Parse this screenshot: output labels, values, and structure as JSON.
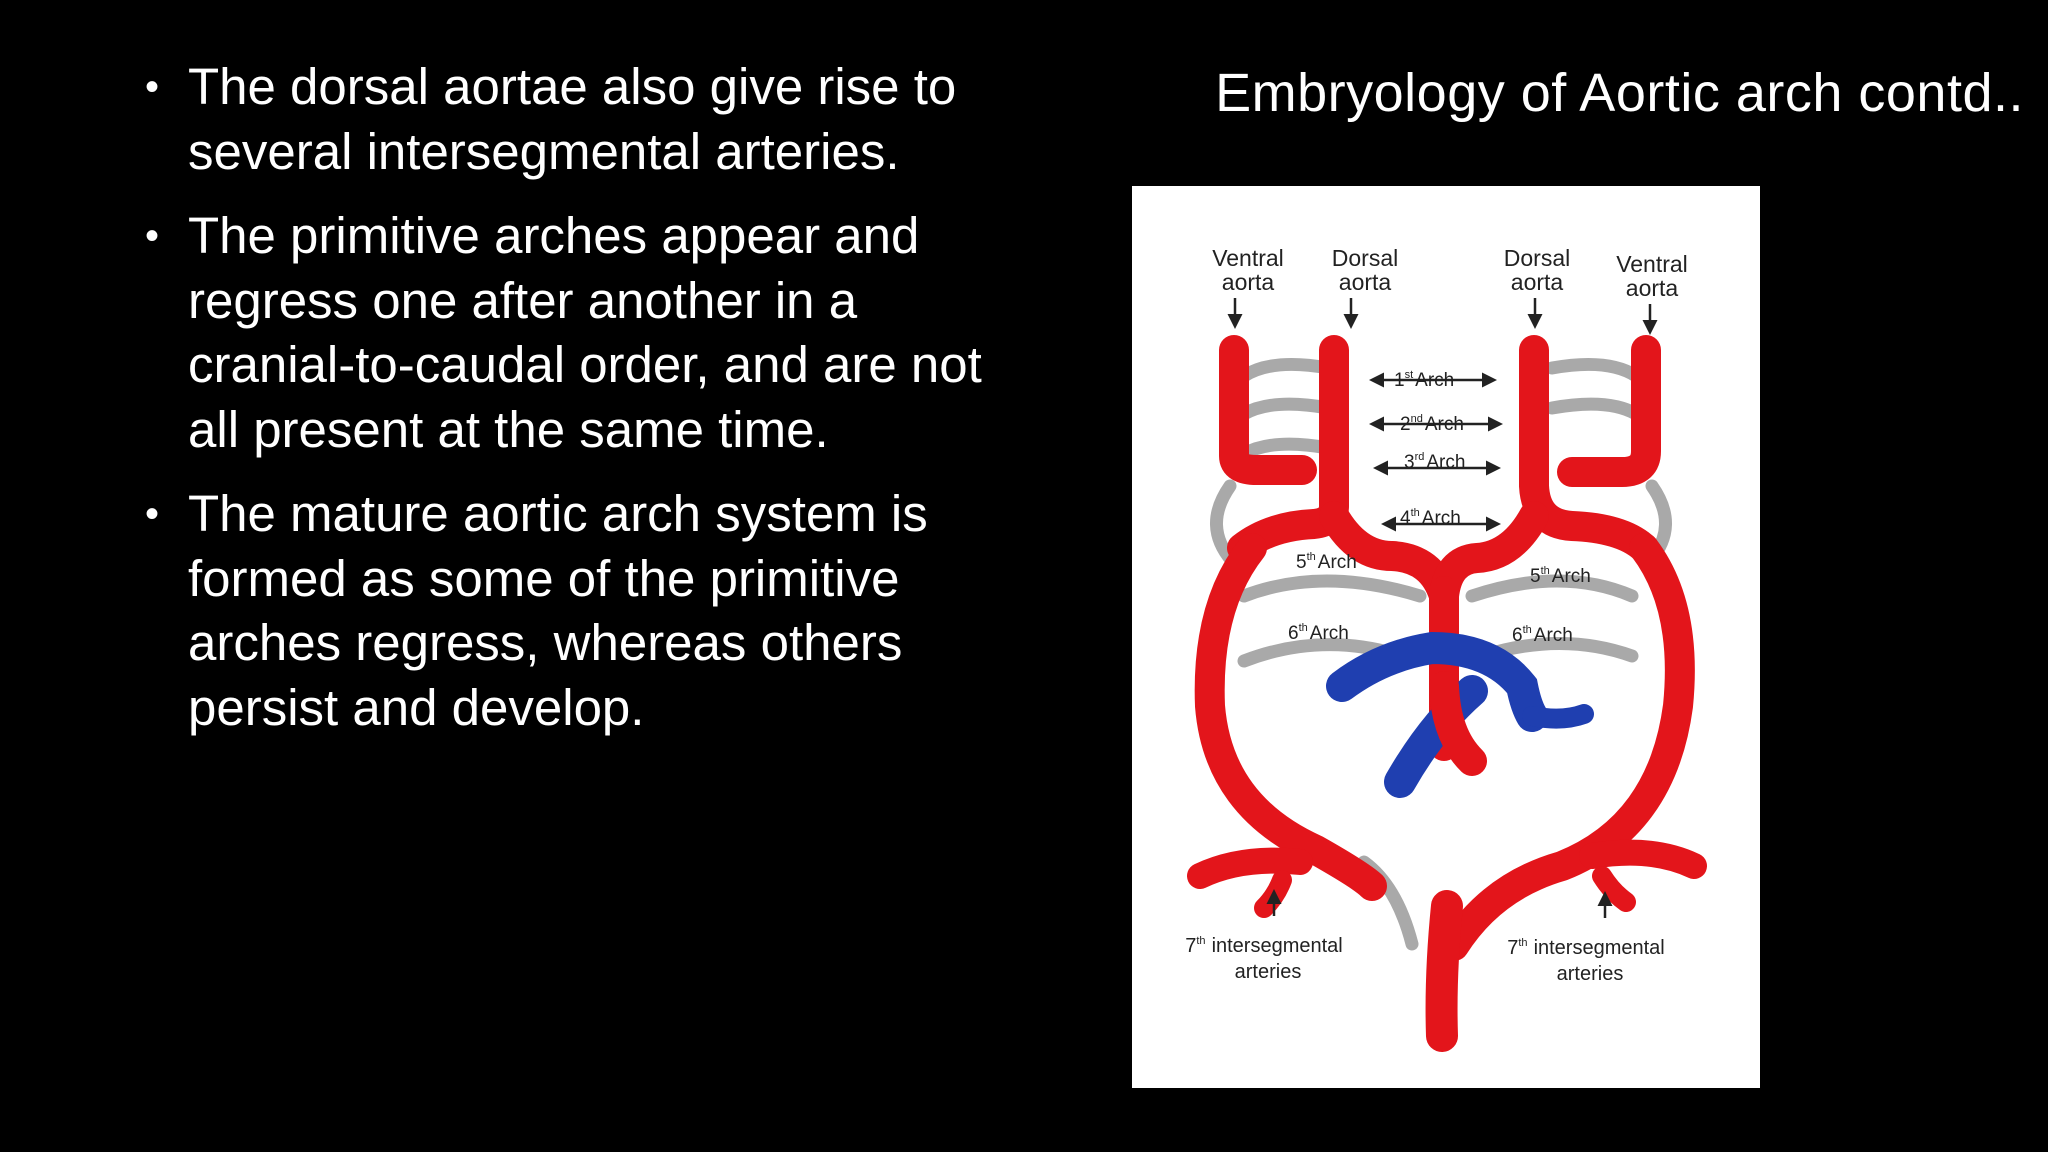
{
  "slide": {
    "title": "Embryology of Aortic arch contd..",
    "bullets": [
      "The dorsal aortae also give rise to several intersegmental arteries.",
      "The primitive arches appear and regress one after another in a cranial-to-caudal order, and are not all present at the same time.",
      "The mature aortic arch system is formed as some of the primitive arches regress, whereas others persist and develop."
    ]
  },
  "diagram": {
    "labels": {
      "ventral_aorta_left_1": "Ventral",
      "ventral_aorta_left_2": "aorta",
      "dorsal_aorta_left_1": "Dorsal",
      "dorsal_aorta_left_2": "aorta",
      "dorsal_aorta_right_1": "Dorsal",
      "dorsal_aorta_right_2": "aorta",
      "ventral_aorta_right_1": "Ventral",
      "ventral_aorta_right_2": "aorta",
      "arch1_num": "1",
      "arch1_sup": "st",
      "arch2_num": "2",
      "arch2_sup": "nd",
      "arch3_num": "3",
      "arch3_sup": "rd",
      "arch4_num": "4",
      "arch4_sup": "th",
      "arch5_left_num": "5",
      "arch5_left_sup": "th",
      "arch5_right_num": "5",
      "arch5_right_sup": "th",
      "arch6_left_num": "6",
      "arch6_left_sup": "th",
      "arch6_right_num": "6",
      "arch6_right_sup": "th",
      "arch_word": "Arch",
      "seg_left_num": "7",
      "seg_left_sup": "th",
      "seg_right_num": "7",
      "seg_right_sup": "th",
      "seg_line1": "intersegmental",
      "seg_line2": "arteries"
    },
    "colors": {
      "artery": "#e3151b",
      "regressed": "#a9a9a9",
      "pulmonary": "#1f3fb0",
      "background": "#ffffff"
    }
  }
}
